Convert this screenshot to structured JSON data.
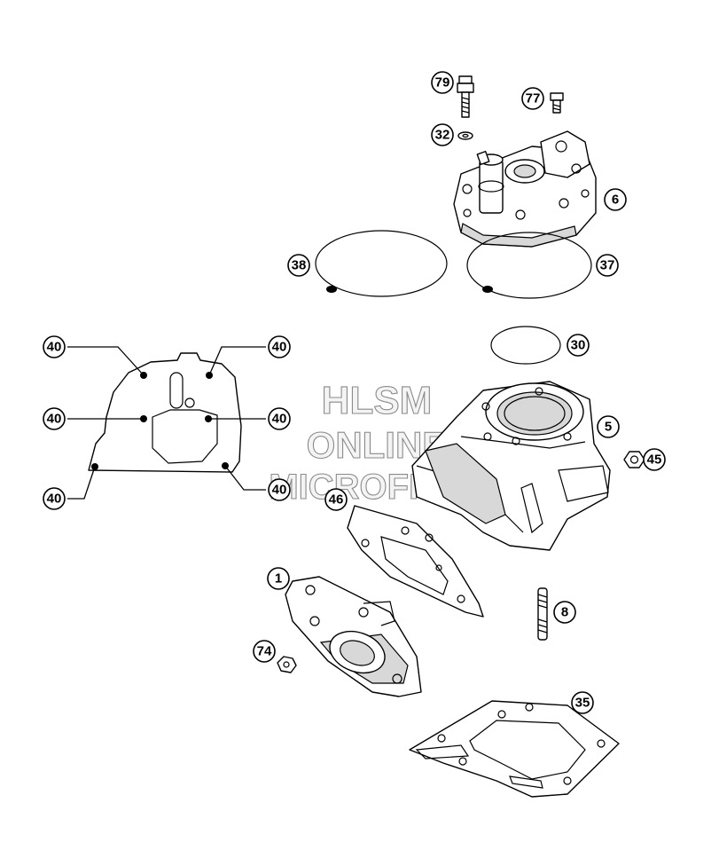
{
  "watermark": {
    "line1": "HLSM",
    "line2": "ONLINE",
    "line3": "MICROFICHE",
    "color": "#8a8a8a"
  },
  "callouts": [
    {
      "id": "c79",
      "label": "79"
    },
    {
      "id": "c77",
      "label": "77"
    },
    {
      "id": "c32",
      "label": "32"
    },
    {
      "id": "c6",
      "label": "6"
    },
    {
      "id": "c38",
      "label": "38"
    },
    {
      "id": "c37",
      "label": "37"
    },
    {
      "id": "c30",
      "label": "30"
    },
    {
      "id": "c5",
      "label": "5"
    },
    {
      "id": "c45",
      "label": "45"
    },
    {
      "id": "c46",
      "label": "46"
    },
    {
      "id": "c1",
      "label": "1"
    },
    {
      "id": "c8",
      "label": "8"
    },
    {
      "id": "c74",
      "label": "74"
    },
    {
      "id": "c35",
      "label": "35"
    },
    {
      "id": "c40a",
      "label": "40"
    },
    {
      "id": "c40b",
      "label": "40"
    },
    {
      "id": "c40c",
      "label": "40"
    },
    {
      "id": "c40d",
      "label": "40"
    },
    {
      "id": "c40e",
      "label": "40"
    },
    {
      "id": "c40f",
      "label": "40"
    }
  ]
}
